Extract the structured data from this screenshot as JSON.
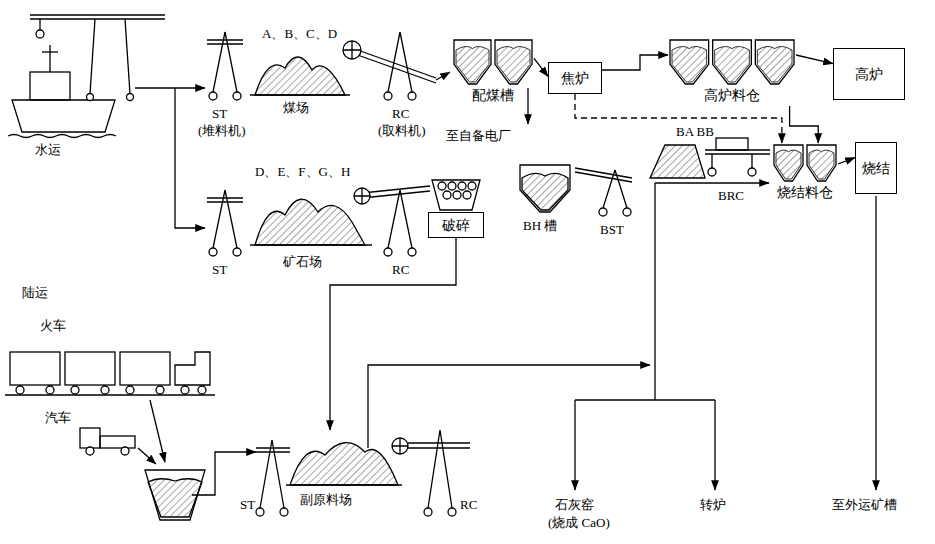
{
  "diagram": {
    "nodes": [
      {
        "text": [
          "配煤槽"
        ]
      },
      {
        "text": [
          "焦炉"
        ]
      },
      {
        "text": [
          "高炉料仓"
        ]
      },
      {
        "text": [
          "高炉"
        ]
      },
      {
        "text": [
          "破碎"
        ]
      },
      {
        "text": [
          "烧结料仓"
        ]
      },
      {
        "text": [
          "烧结"
        ]
      }
    ],
    "edges": [
      {
        "from": 0,
        "to": 1,
        "arrow": "to"
      },
      {
        "from": 1,
        "to": 2,
        "arrow": "to"
      },
      {
        "from": 1,
        "to": 5,
        "arrow": "to"
      },
      {
        "from": 2,
        "to": 3,
        "arrow": "to"
      },
      {
        "from": 2,
        "to": 5,
        "arrow": "to"
      },
      {
        "from": 5,
        "to": 6,
        "arrow": "to"
      }
    ],
    "labels": [
      "水运",
      "A、B、C、D",
      "ST",
      "(堆料机)",
      "煤场",
      "RC",
      "(取料机)",
      "至自备电厂",
      "D、E、F、G、H",
      "ST",
      "矿石场",
      "RC",
      "BH 槽",
      "BST",
      "BA BB",
      "BRC",
      "陆运",
      "火车",
      "汽车",
      "ST",
      "副原料场",
      "RC",
      "石灰窑",
      "(烧成 CaO)",
      "转炉",
      "至外运矿槽"
    ]
  }
}
